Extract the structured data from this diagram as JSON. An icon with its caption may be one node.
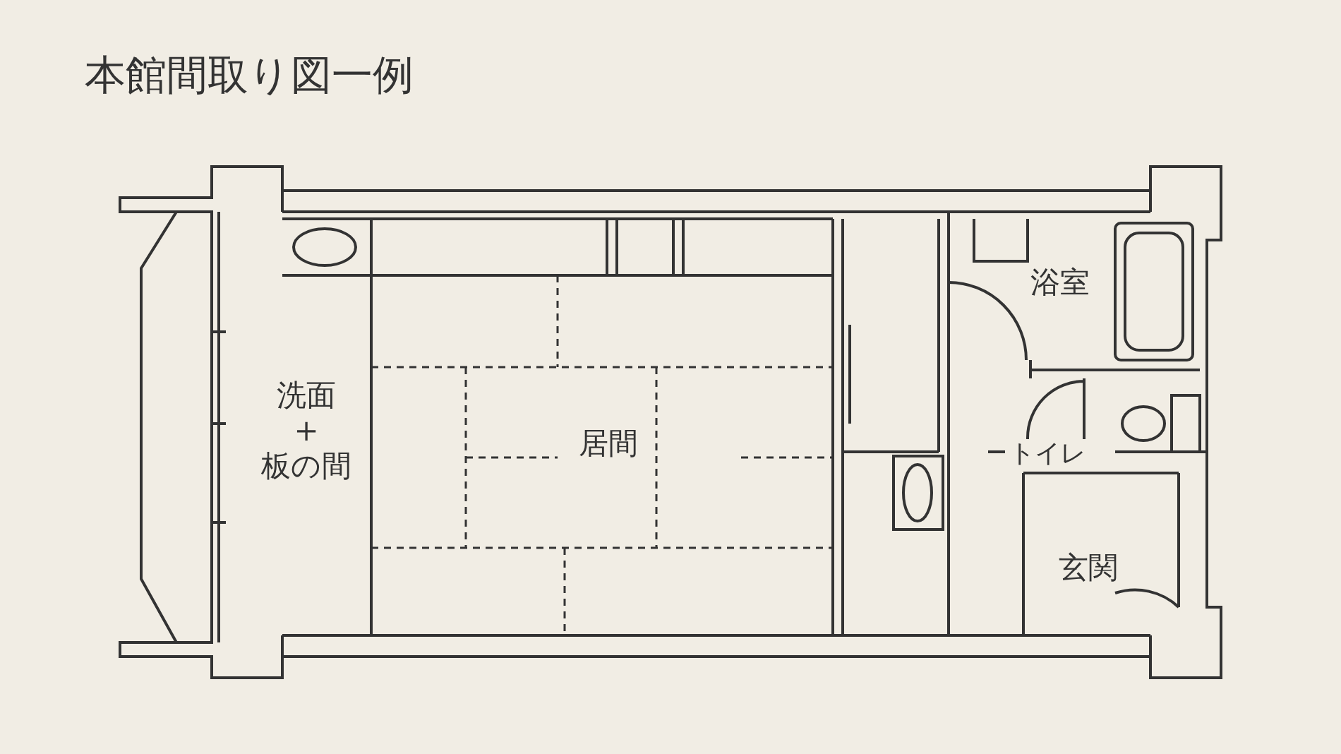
{
  "diagram": {
    "title": "本館間取り図一例",
    "labels": [
      "洗面+板の間",
      "居間",
      "浴室",
      "トイレ",
      "玄関"
    ]
  }
}
